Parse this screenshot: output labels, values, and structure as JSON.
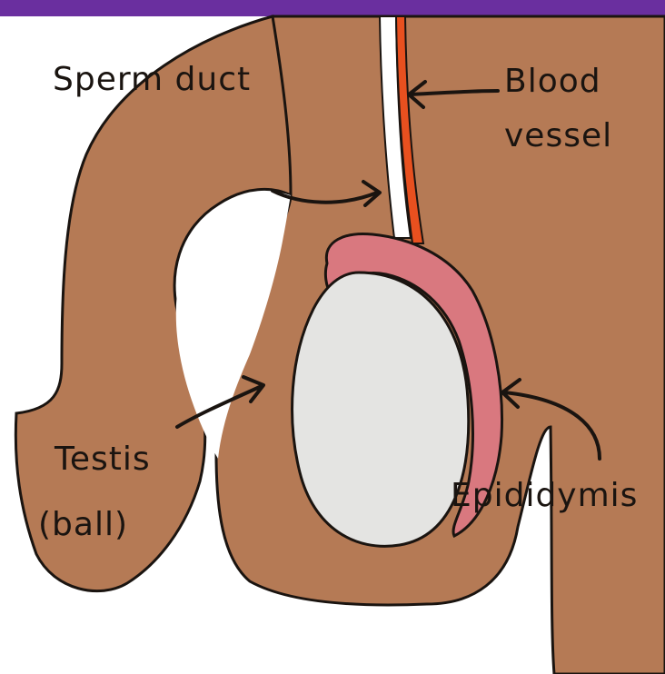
{
  "labels": {
    "sperm_duct": "Sperm duct",
    "blood_vessel_line1": "Blood",
    "blood_vessel_line2": "vessel",
    "testis_line1": "Testis",
    "testis_line2": "(ball)",
    "epididymis": "Epididymis"
  },
  "colors": {
    "top_bar": "#6a2f9f",
    "skin": "#b57a55",
    "outline": "#1a1410",
    "testis": "#e4e4e2",
    "epididymis": "#d9787f",
    "blood_vessel": "#e8501f",
    "sperm_duct_tube": "#ffffff",
    "background": "#ffffff"
  }
}
